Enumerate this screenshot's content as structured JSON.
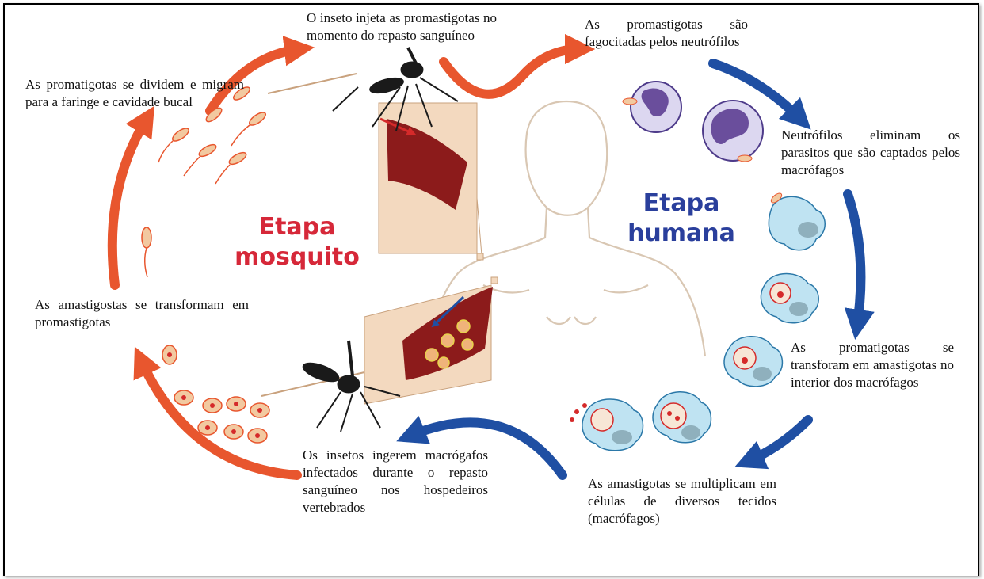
{
  "stages": {
    "mosquito": {
      "line1": "Etapa",
      "line2": "mosquito",
      "color": "#d62839"
    },
    "human": {
      "line1": "Etapa",
      "line2": "humana",
      "color": "#2a3f9c"
    }
  },
  "captions": {
    "inject": "O inseto injeta as promastigotas no momento do repasto sanguíneo",
    "phagocytosed": "As promastigotas são fagocitadas pelos neutrófilos",
    "divide": "As promatigotas se dividem e migram para a faringe e cavidade bucal",
    "neutrophils": "Neutrófilos eliminam os parasitos que são captados pelos macrófagos",
    "amastig_transform": "As amastigostas se transformam em promastigotas",
    "promastig_transform": "As promatigotas se transforam em amastigotas no interior dos macrófagos",
    "ingest": "Os insetos ingerem macrógafos infectados durante o repasto sanguíneo nos hospedeiros vertebrados",
    "multiply": "As amastigotas se multiplicam em células de diversos tecidos (macrófagos)"
  },
  "colors": {
    "orange_arrow": "#e8562e",
    "blue_arrow": "#1f4fa3",
    "cell": "#bfe3f2",
    "nucleus": "#8fb0bd",
    "neutrophil": "#dcd7f0",
    "neutrophil_nucleus": "#6a4e9c",
    "blood": "#8c1b1b",
    "skin_box": "#f3d9bf"
  }
}
